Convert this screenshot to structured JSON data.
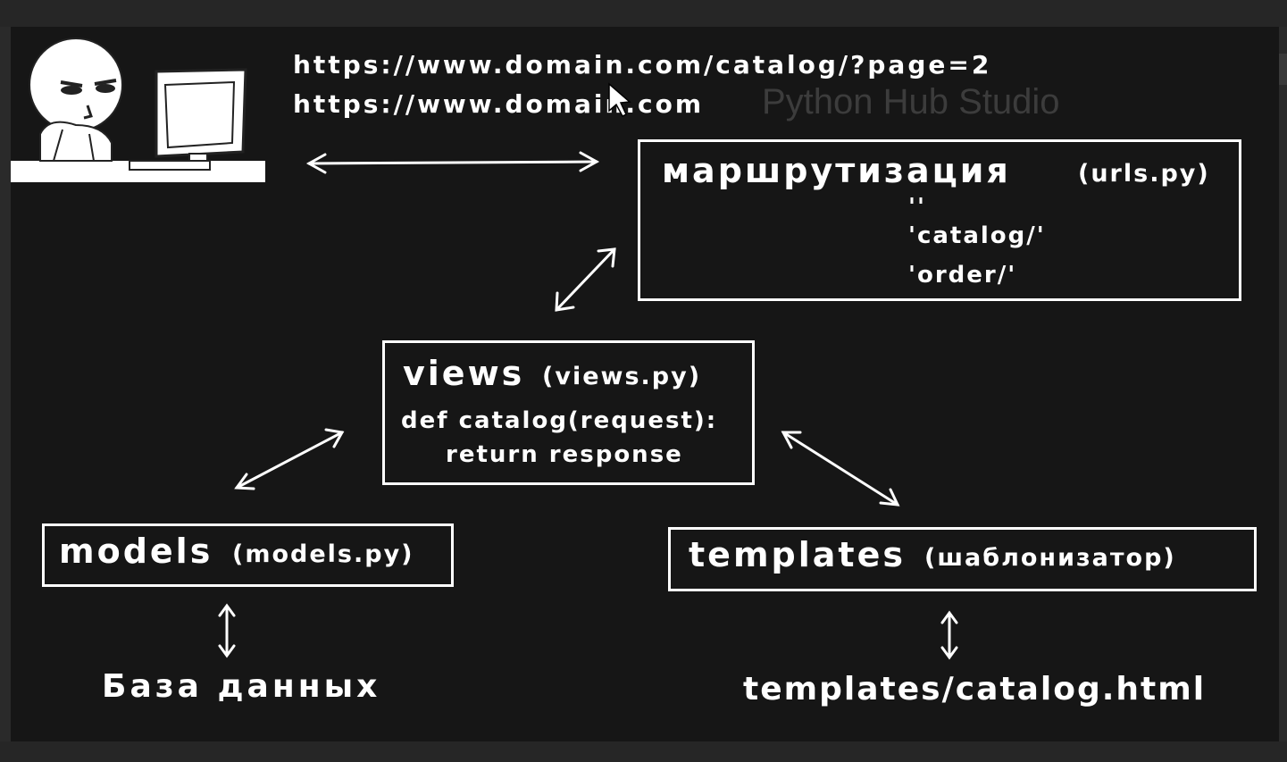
{
  "urls": {
    "catalog": "https://www.domain.com/catalog/?page=2",
    "root": "https://www.domain.com"
  },
  "watermark": "Python Hub Studio",
  "routing": {
    "title": "маршрутизация",
    "file": "(urls.py)",
    "patterns": [
      "''",
      "'catalog/'",
      "'order/'"
    ]
  },
  "views": {
    "title": "views",
    "file": "(views.py)",
    "code_line1": "def catalog(request):",
    "code_line2": "return response"
  },
  "models": {
    "title": "models",
    "file": "(models.py)",
    "below": "База данных"
  },
  "templates": {
    "title": "templates",
    "file": "(шаблонизатор)",
    "below": "templates/catalog.html"
  },
  "icons": {
    "user": "user-at-computer-icon",
    "cursor": "mouse-cursor-icon"
  },
  "colors": {
    "background": "#161616",
    "foreground": "#ffffff",
    "watermark": "#3c3c3c"
  }
}
